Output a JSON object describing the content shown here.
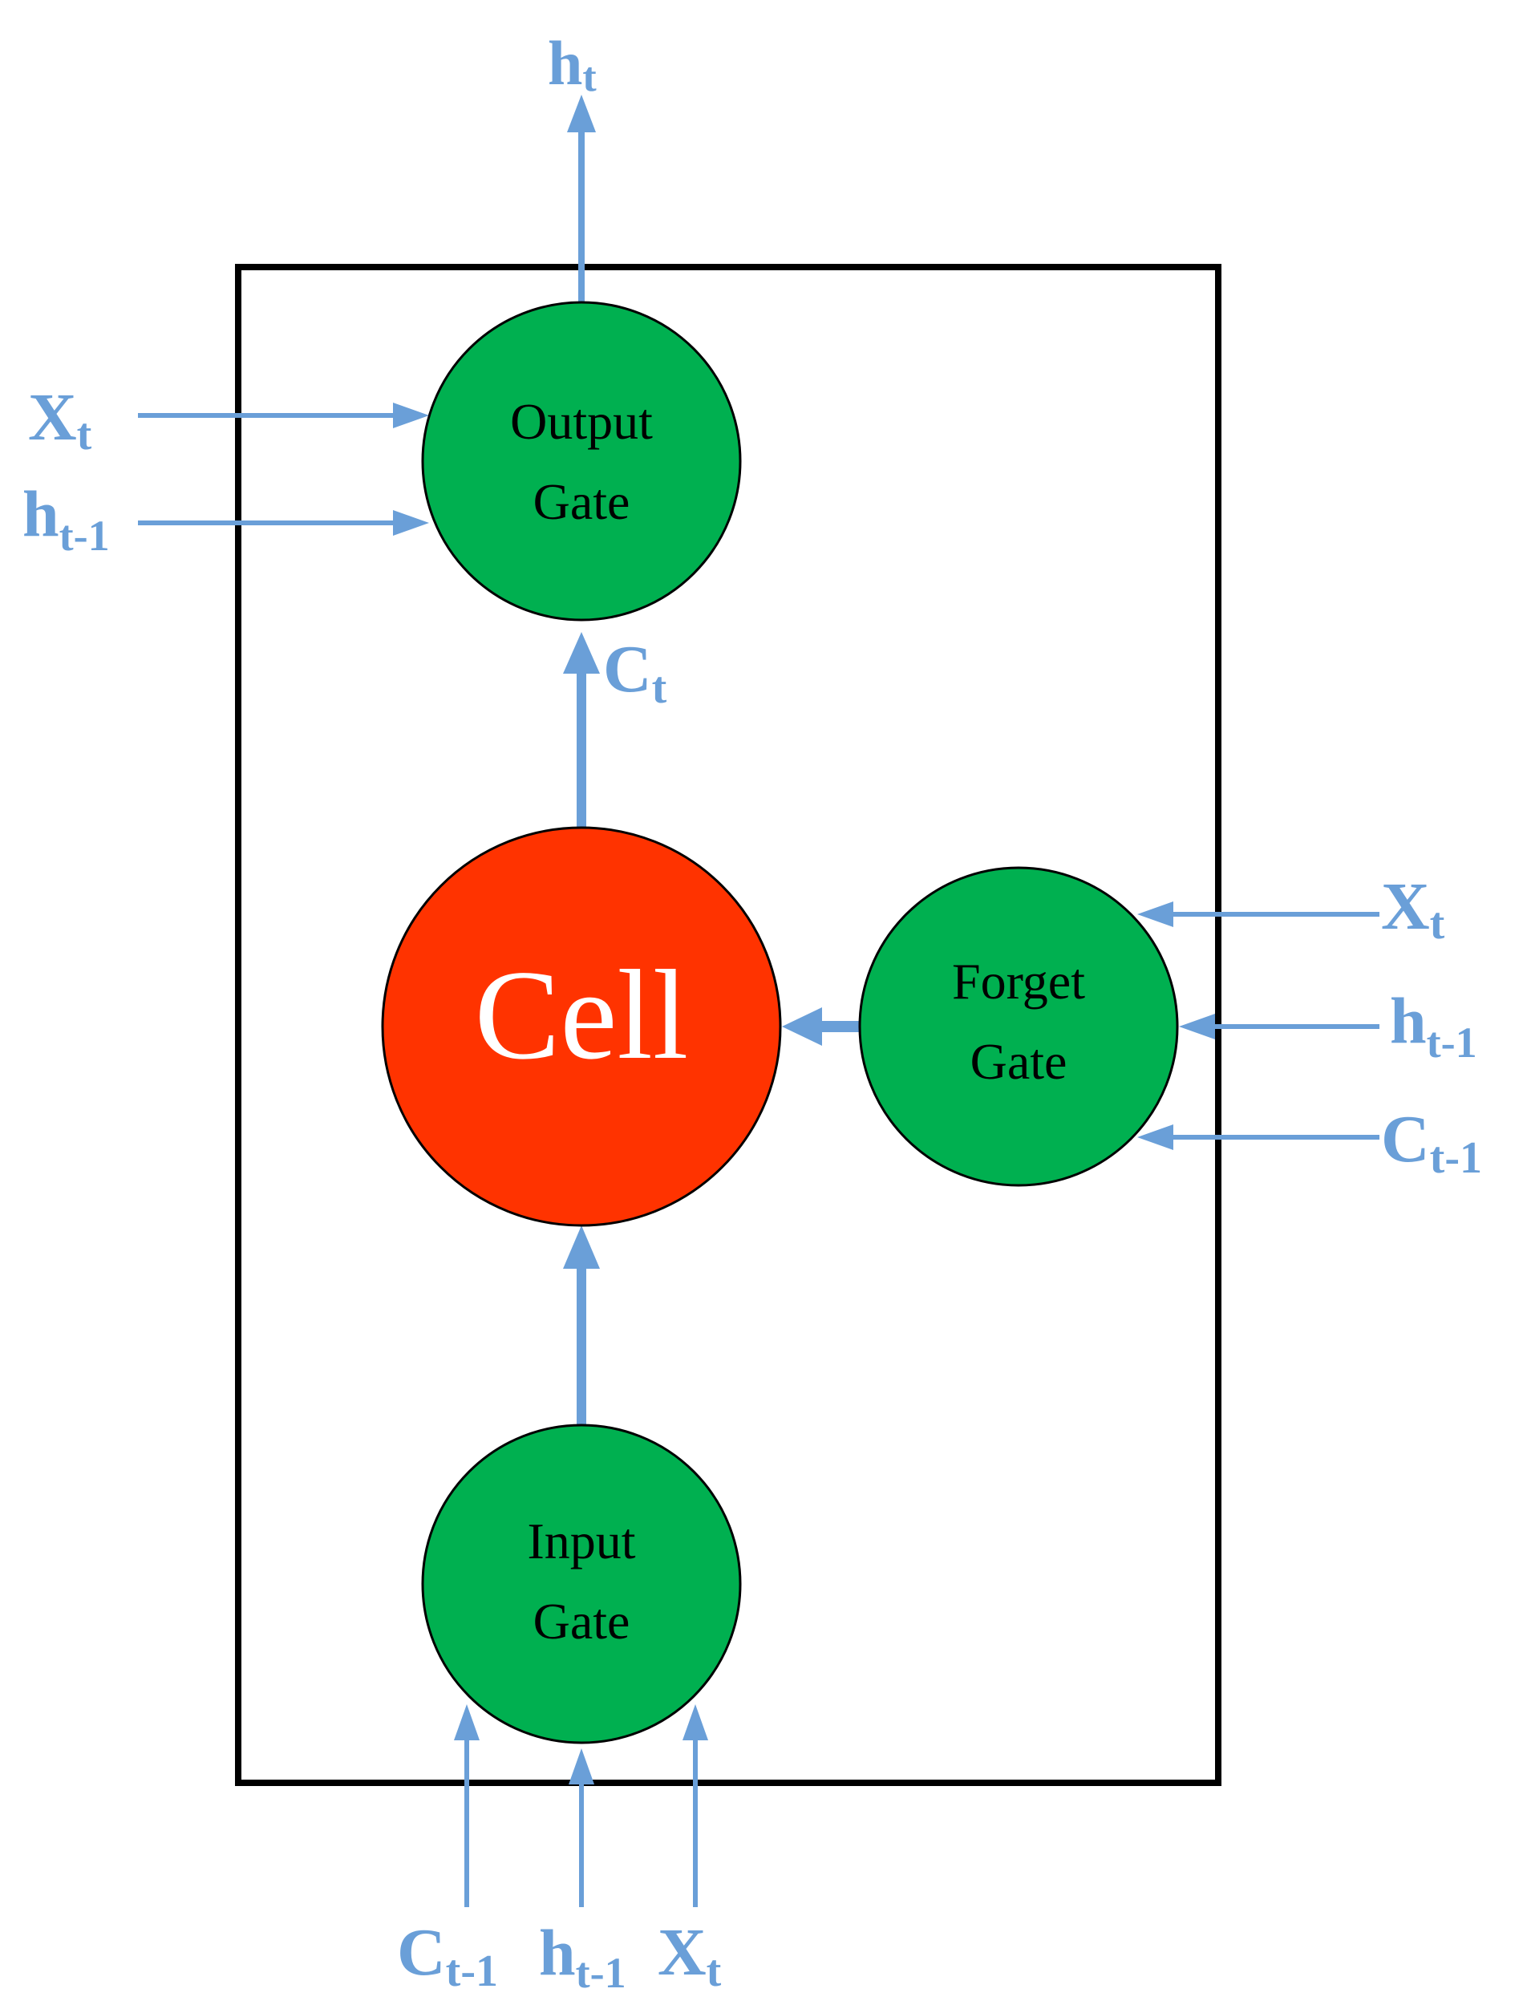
{
  "colors": {
    "wire": "#6a9fd8",
    "gate_fill": "#00b050",
    "cell_fill": "#ff3300",
    "frame": "#000000"
  },
  "nodes": {
    "output_gate": {
      "line1": "Output",
      "line2": "Gate"
    },
    "cell": {
      "label": "Cell"
    },
    "forget_gate": {
      "line1": "Forget",
      "line2": "Gate"
    },
    "input_gate": {
      "line1": "Input",
      "line2": "Gate"
    }
  },
  "signals": {
    "top_output": {
      "base": "h",
      "sub": "t"
    },
    "output_gate_x": {
      "base": "X",
      "sub": "t"
    },
    "output_gate_h": {
      "base": "h",
      "sub": "t-1"
    },
    "cell_state": {
      "base": "C",
      "sub": "t"
    },
    "forget_gate_x": {
      "base": "X",
      "sub": "t"
    },
    "forget_gate_h": {
      "base": "h",
      "sub": "t-1"
    },
    "forget_gate_c": {
      "base": "C",
      "sub": "t-1"
    },
    "input_gate_c": {
      "base": "C",
      "sub": "t-1"
    },
    "input_gate_h": {
      "base": "h",
      "sub": "t-1"
    },
    "input_gate_x": {
      "base": "X",
      "sub": "t"
    }
  }
}
